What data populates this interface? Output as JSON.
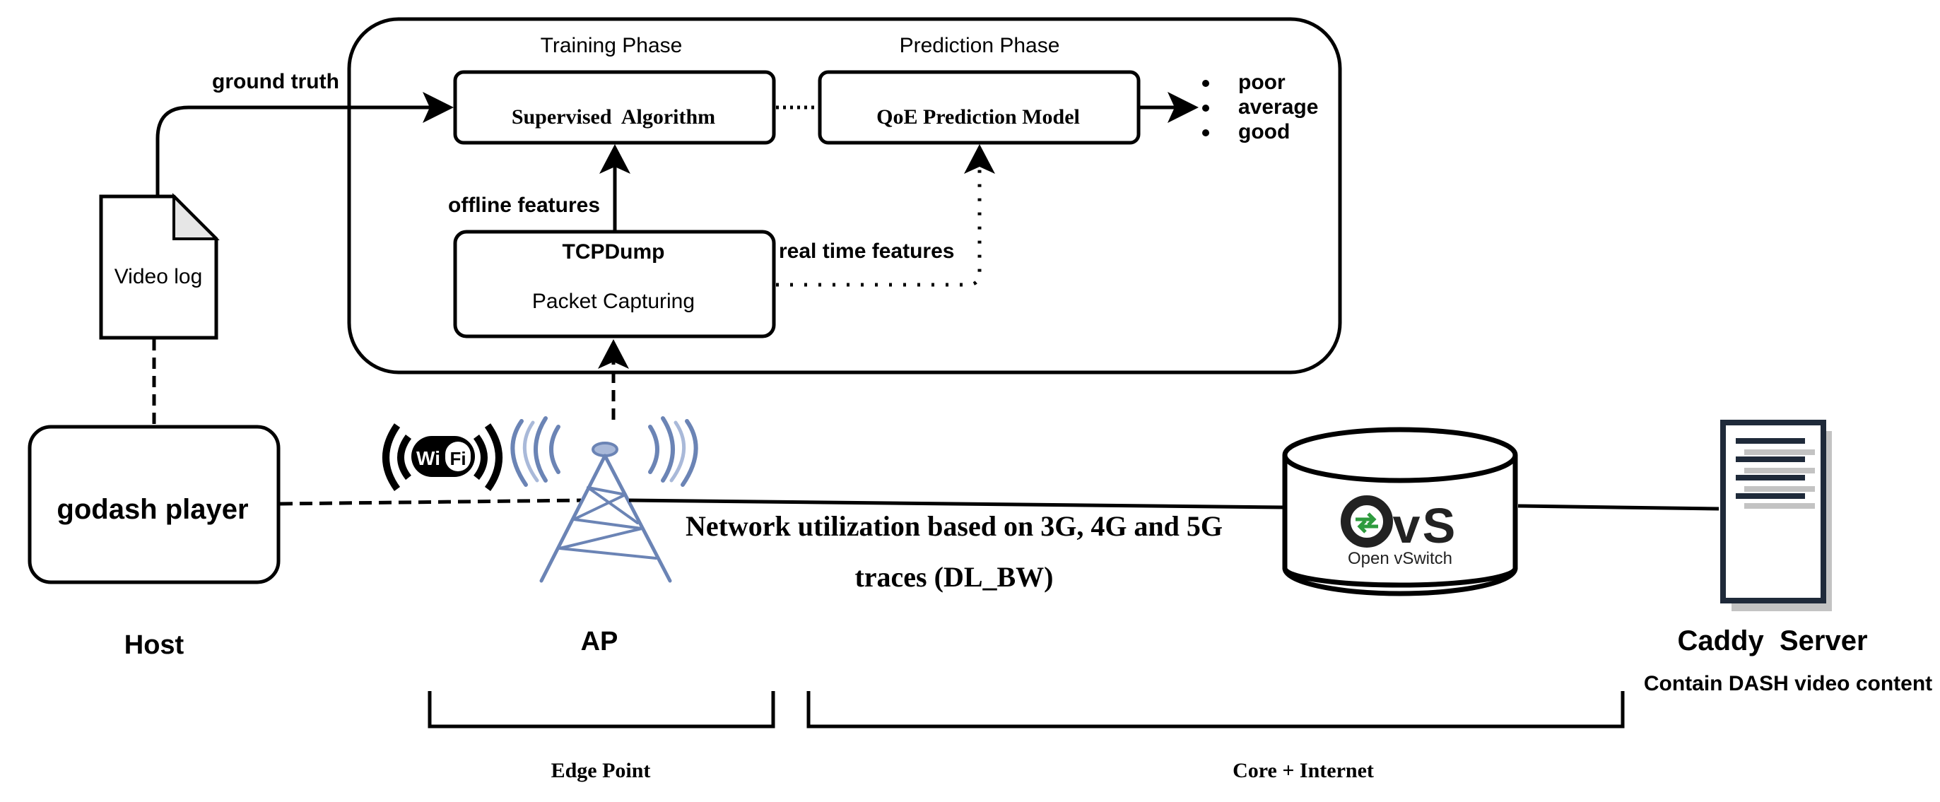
{
  "colors": {
    "ink": "#000000",
    "tower": "#6b84b5",
    "tower_light": "#a9b9d9",
    "server_frame": "#1f2a3a",
    "server_shadow": "#c3c3c3",
    "ovs_green": "#2e9b3e",
    "ovs_text": "#222222"
  },
  "phases": {
    "training": "Training Phase",
    "prediction": "Prediction Phase"
  },
  "boxes": {
    "supervised": "Supervised  Algorithm",
    "qoe": "QoE Prediction Model",
    "tcpdump_title": "TCPDump",
    "tcpdump_sub": "Packet Capturing",
    "godash": "godash player",
    "video_log": "Video log"
  },
  "labels": {
    "ground_truth": "ground truth",
    "offline_features": "offline features",
    "real_time_features": "real time features",
    "network_line1": "Network utilization based on 3G, 4G and 5G",
    "network_line2": "traces (DL_BW)",
    "host": "Host",
    "ap": "AP",
    "caddy": "Caddy  Server",
    "caddy_sub": "Contain DASH video content",
    "edge_point": "Edge Point",
    "core_internet": "Core + Internet"
  },
  "qoe_classes": [
    "poor",
    "average",
    "good"
  ],
  "icons": {
    "wifi": {
      "name": "wifi-icon",
      "text_left": "Wi",
      "text_right": "Fi"
    },
    "tower": {
      "name": "cell-tower-icon"
    },
    "ovs": {
      "name": "open-vswitch-logo",
      "logo_o": "O",
      "logo_v": "v",
      "logo_s": "S",
      "caption": "Open vSwitch"
    },
    "server": {
      "name": "server-icon"
    },
    "document": {
      "name": "document-icon"
    }
  }
}
